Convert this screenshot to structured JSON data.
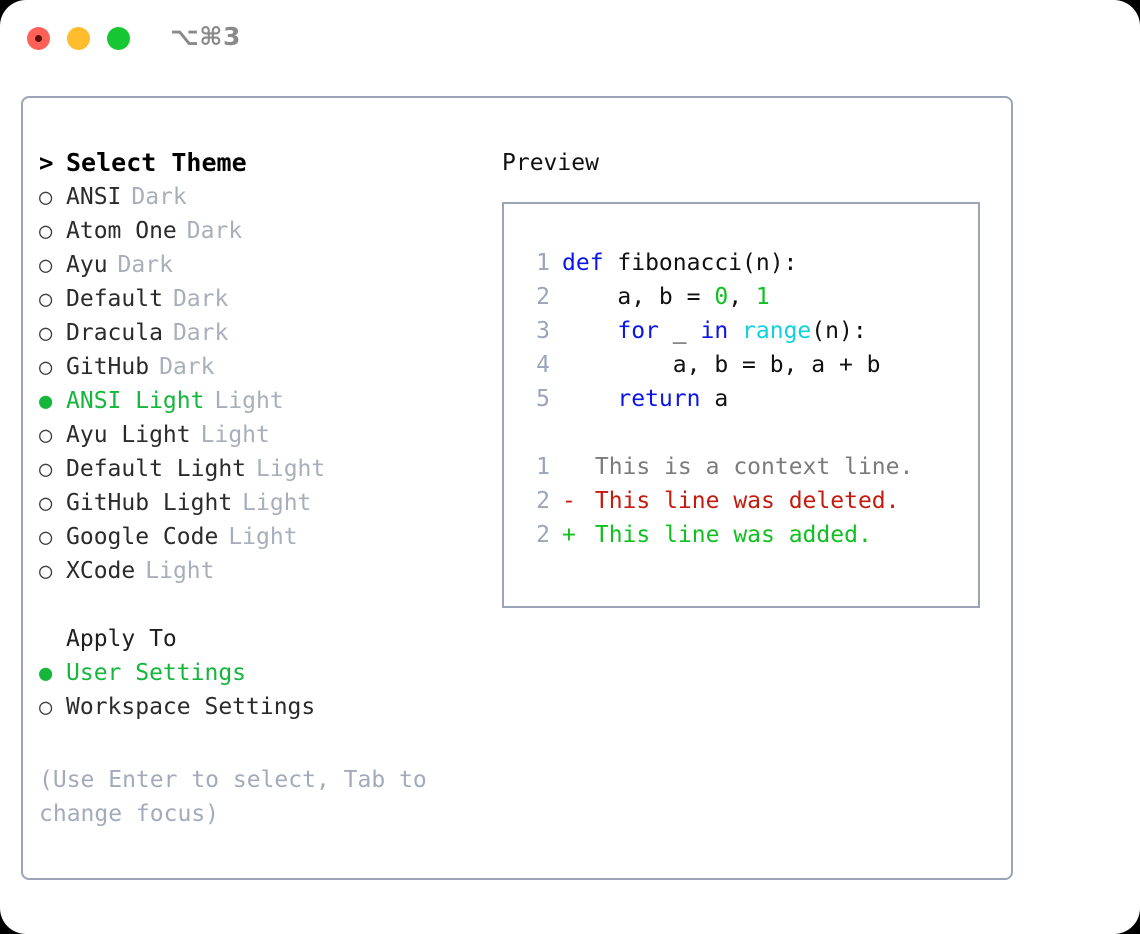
{
  "titlebar": {
    "shortcut": "⌥⌘3",
    "buttons": [
      {
        "name": "close",
        "color": "#ff6159"
      },
      {
        "name": "minimize",
        "color": "#ffbd2e"
      },
      {
        "name": "maximize",
        "color": "#17c633"
      }
    ]
  },
  "theme_panel": {
    "header": {
      "prefix": ">",
      "label": "Select Theme"
    },
    "bullet_unselected": "○",
    "bullet_selected": "●",
    "items": [
      {
        "name": "ANSI",
        "tag": "Dark",
        "selected": false
      },
      {
        "name": "Atom One",
        "tag": "Dark",
        "selected": false
      },
      {
        "name": "Ayu",
        "tag": "Dark",
        "selected": false
      },
      {
        "name": "Default",
        "tag": "Dark",
        "selected": false
      },
      {
        "name": "Dracula",
        "tag": "Dark",
        "selected": false
      },
      {
        "name": "GitHub",
        "tag": "Dark",
        "selected": false
      },
      {
        "name": "ANSI Light",
        "tag": "Light",
        "selected": true
      },
      {
        "name": "Ayu Light",
        "tag": "Light",
        "selected": false
      },
      {
        "name": "Default Light",
        "tag": "Light",
        "selected": false
      },
      {
        "name": "GitHub Light",
        "tag": "Light",
        "selected": false
      },
      {
        "name": "Google Code",
        "tag": "Light",
        "selected": false
      },
      {
        "name": "XCode",
        "tag": "Light",
        "selected": false
      }
    ]
  },
  "apply_to": {
    "label": "Apply To",
    "options": [
      {
        "name": "User Settings",
        "selected": true
      },
      {
        "name": "Workspace Settings",
        "selected": false
      }
    ]
  },
  "hint": "(Use Enter to select, Tab to change focus)",
  "preview": {
    "label": "Preview",
    "code_lines": [
      {
        "n": "1",
        "tokens": [
          {
            "t": "def",
            "c": "kw"
          },
          {
            "t": " fibonacci(n):",
            "c": "idt"
          }
        ]
      },
      {
        "n": "2",
        "tokens": [
          {
            "t": "    a, b = ",
            "c": "idt"
          },
          {
            "t": "0",
            "c": "num"
          },
          {
            "t": ", ",
            "c": "idt"
          },
          {
            "t": "1",
            "c": "num"
          }
        ]
      },
      {
        "n": "3",
        "tokens": [
          {
            "t": "    ",
            "c": "idt"
          },
          {
            "t": "for",
            "c": "kw"
          },
          {
            "t": " _ ",
            "c": "idt"
          },
          {
            "t": "in",
            "c": "kw"
          },
          {
            "t": " ",
            "c": "idt"
          },
          {
            "t": "range",
            "c": "fn"
          },
          {
            "t": "(n):",
            "c": "idt"
          }
        ]
      },
      {
        "n": "4",
        "tokens": [
          {
            "t": "        a, b = b, a + b",
            "c": "idt"
          }
        ]
      },
      {
        "n": "5",
        "tokens": [
          {
            "t": "    ",
            "c": "idt"
          },
          {
            "t": "return",
            "c": "kw"
          },
          {
            "t": " a",
            "c": "idt"
          }
        ]
      }
    ],
    "diff_lines": [
      {
        "n": "1",
        "mark": " ",
        "text": "This is a context line.",
        "kind": "ctx"
      },
      {
        "n": "2",
        "mark": "-",
        "text": "This line was deleted.",
        "kind": "del"
      },
      {
        "n": "2",
        "mark": "+",
        "text": "This line was added.",
        "kind": "add"
      }
    ]
  },
  "colors": {
    "accent_green": "#15b63c",
    "border": "#9aa5b7",
    "muted": "#a8afbb",
    "keyword_blue": "#0b15e8",
    "function_cyan": "#0fd2da",
    "number_green": "#10c021",
    "diff_add": "#10c021",
    "diff_del": "#c41b0e",
    "line_number": "#9aa5bb"
  }
}
